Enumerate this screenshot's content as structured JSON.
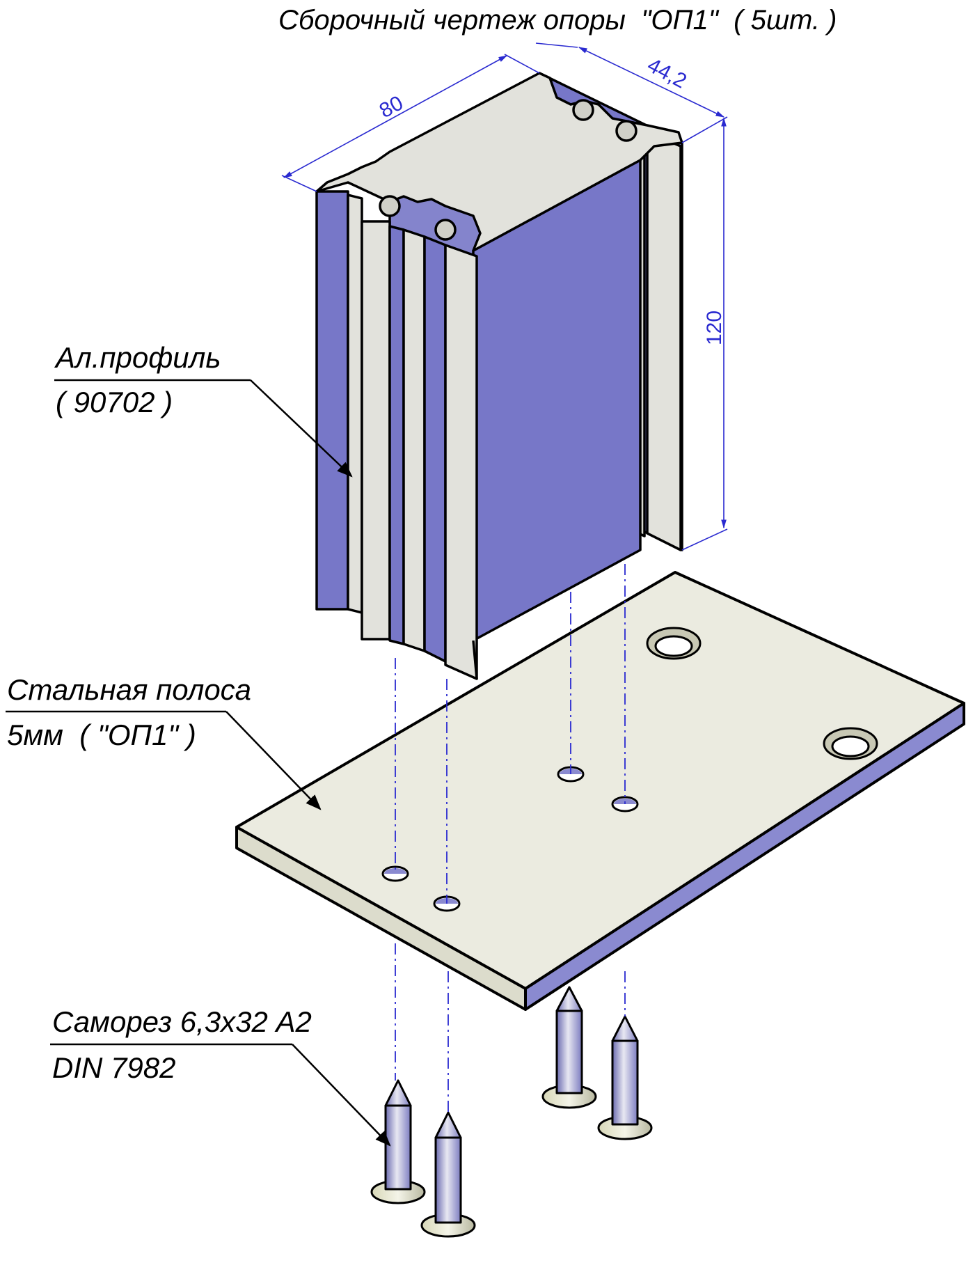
{
  "title": "Сборочный чертеж опоры  \"ОП1\"  ( 5шт. )",
  "callouts": {
    "profile": {
      "line1": "Ал.профиль",
      "line2": "( 90702 )"
    },
    "plate": {
      "line1": "Стальная полоса",
      "line2": "5мм  ( \"ОП1\" )"
    },
    "screw": {
      "line1": "Саморез 6,3х32 А2",
      "line2": "DIN 7982"
    }
  },
  "dimensions": {
    "length": "80",
    "width": "44,2",
    "height": "120"
  },
  "colors": {
    "profile_face": "#7777c8",
    "profile_light": "#e2e2dc",
    "plate_top": "#ebebe0",
    "plate_edge": "#8a8ad0",
    "dimension": "#2a2ad0",
    "outline": "#000000"
  }
}
